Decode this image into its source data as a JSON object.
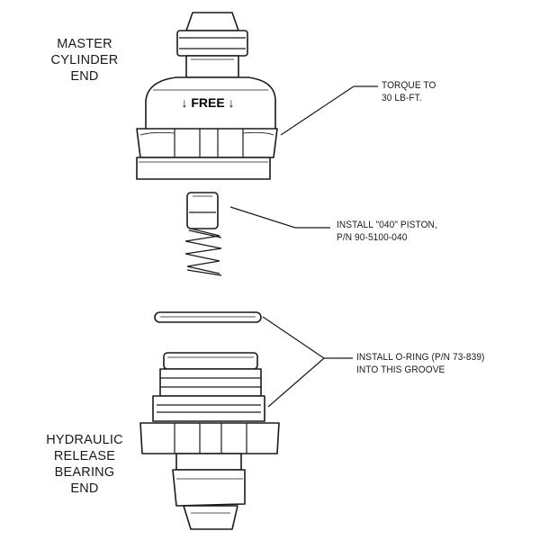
{
  "labels": {
    "master_line1": "MASTER",
    "master_line2": "CYLINDER",
    "master_line3": "END",
    "hydraulic_line1": "HYDRAULIC",
    "hydraulic_line2": "RELEASE",
    "hydraulic_line3": "BEARING",
    "hydraulic_line4": "END",
    "free_marking": "↓ FREE ↓",
    "torque_line1": "TORQUE TO",
    "torque_line2": "30 LB-FT.",
    "piston_line1": "INSTALL \"040\" PISTON,",
    "piston_line2": "P/N 90-5100-040",
    "oring_line1": "INSTALL O-RING (P/N 73-839)",
    "oring_line2": "INTO THIS GROOVE"
  }
}
